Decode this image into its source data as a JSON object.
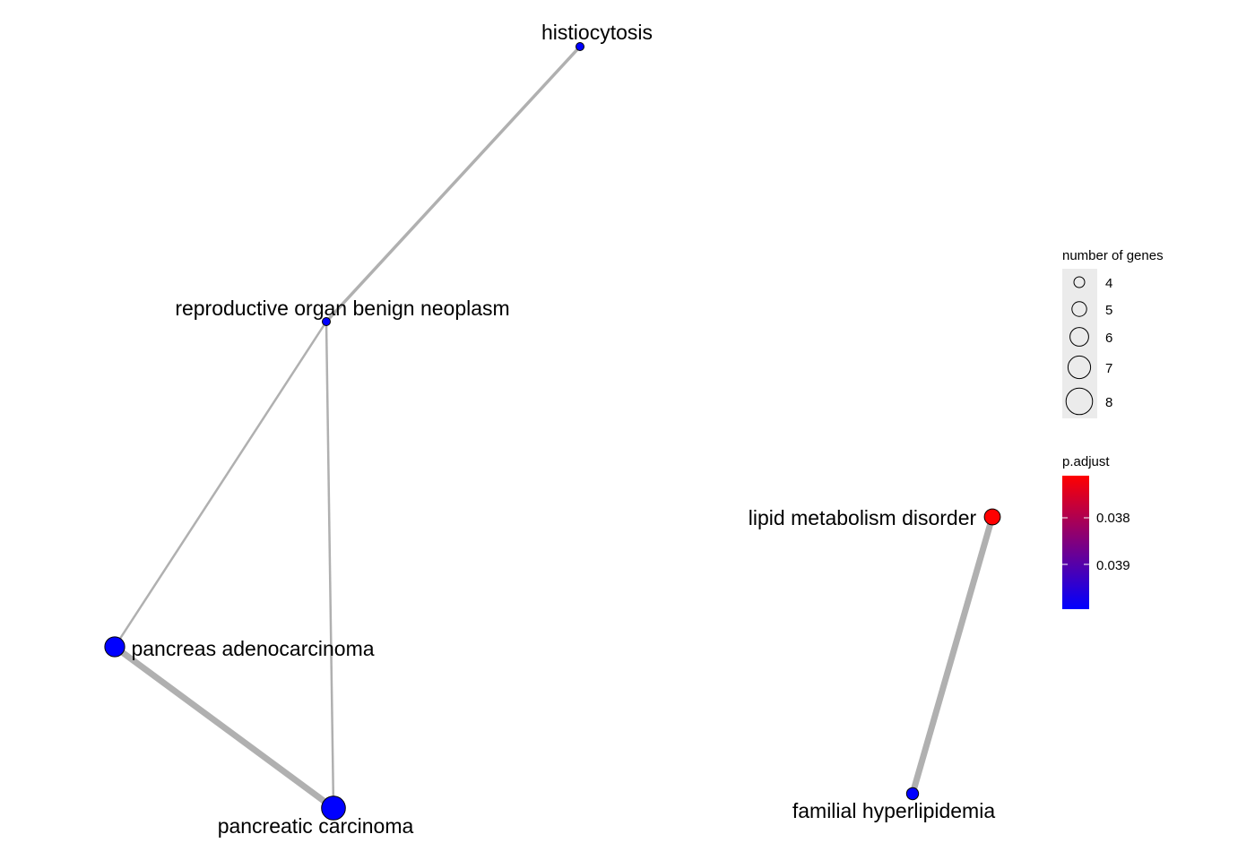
{
  "graph": {
    "edges": [
      {
        "source": "histiocytosis",
        "target": "reproductive organ benign neoplasm"
      },
      {
        "source": "reproductive organ benign neoplasm",
        "target": "pancreas adenocarcinoma"
      },
      {
        "source": "reproductive organ benign neoplasm",
        "target": "pancreatic carcinoma"
      },
      {
        "source": "pancreas adenocarcinoma",
        "target": "pancreatic carcinoma"
      },
      {
        "source": "lipid metabolism disorder",
        "target": "familial hyperlipidemia"
      }
    ],
    "nodes": [
      {
        "id": "histiocytosis",
        "label": "histiocytosis",
        "genes": 4,
        "color": "#0000FF"
      },
      {
        "id": "reproductive organ benign neoplasm",
        "label": "reproductive organ benign neoplasm",
        "genes": 4,
        "color": "#0000FF"
      },
      {
        "id": "pancreas adenocarcinoma",
        "label": "pancreas adenocarcinoma",
        "genes": 7,
        "color": "#0000FF"
      },
      {
        "id": "pancreatic carcinoma",
        "label": "pancreatic carcinoma",
        "genes": 8,
        "color": "#0000FF"
      },
      {
        "id": "lipid metabolism disorder",
        "label": "lipid metabolism disorder",
        "genes": 6,
        "color": "#FF0000"
      },
      {
        "id": "familial hyperlipidemia",
        "label": "familial hyperlipidemia",
        "genes": 5,
        "color": "#0000FF"
      }
    ]
  },
  "legend": {
    "size_title": "number of genes",
    "size_items": [
      "4",
      "5",
      "6",
      "7",
      "8"
    ],
    "color_title": "p.adjust",
    "color_ticks": [
      "0.038",
      "0.039"
    ],
    "color_low": "#FF0000",
    "color_high": "#0000FF"
  },
  "colors": {
    "edge": "#B0B0B0",
    "legend_key_bg": "#EBEBEB"
  }
}
